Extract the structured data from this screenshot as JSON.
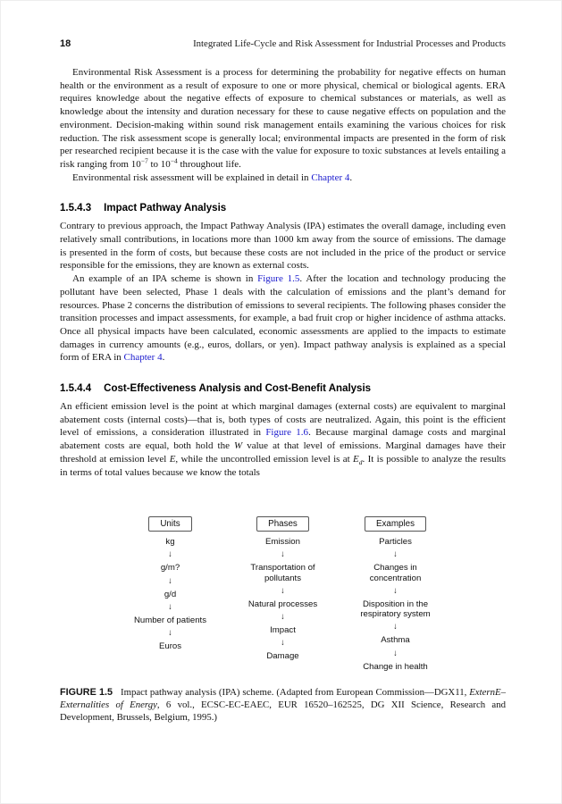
{
  "page": {
    "number": "18",
    "running_title": "Integrated Life-Cycle and Risk Assessment for Industrial Processes and Products"
  },
  "colors": {
    "link_blue": "#1a1acd"
  },
  "intro": {
    "para1": [
      {
        "v": "Environmental Risk Assessment is a process for determining the probability for negative effects on human health or the environment as a result of exposure to one or more physical, chemical or biological agents. ERA requires knowledge about the negative effects of exposure to chemical substances or materials, as well as knowledge about the intensity and duration necessary for these to cause negative effects on population and the environment. Decision-making within sound risk management entails examining the various choices for risk reduction. The risk assessment scope is generally local; environmental impacts are presented in the form of risk per researched recipient because it is the case with the value for exposure to toxic substances at levels entailing a risk ranging from 10"
      },
      {
        "v": "−7",
        "c": "sup"
      },
      {
        "v": " to 10"
      },
      {
        "v": "−4",
        "c": "sup"
      },
      {
        "v": " throughout life."
      }
    ],
    "para2": [
      {
        "v": "Environmental risk assessment will be explained in detail in "
      },
      {
        "v": "Chapter 4",
        "c": "link",
        "n": "chapter-4-link"
      },
      {
        "v": "."
      }
    ]
  },
  "section_1543": {
    "number": "1.5.4.3",
    "title": "Impact Pathway Analysis",
    "para1": [
      {
        "v": "Contrary to previous approach, the Impact Pathway Analysis (IPA) estimates the overall damage, including even relatively small contributions, in locations more than 1000 km away from the source of emissions. The damage is presented in the form of costs, but because these costs are not included in the price of the product or service responsible for the emissions, they are known as external costs."
      }
    ],
    "para2": [
      {
        "v": "An example of an IPA scheme is shown in "
      },
      {
        "v": "Figure 1.5",
        "c": "link",
        "n": "figure-1-5-link"
      },
      {
        "v": ". After the location and technology producing the pollutant have been selected, Phase 1 deals with the calculation of emissions and the plant’s demand for resources. Phase 2 concerns the distribution of emissions to several recipients. The following phases consider the transition processes and impact assessments, for example, a bad fruit crop or higher incidence of asthma attacks. Once all physical impacts have been calculated, economic assessments are applied to the impacts to estimate damages in currency amounts (e.g., euros, dollars, or yen). Impact pathway analysis is explained as a special form of ERA in "
      },
      {
        "v": "Chapter 4",
        "c": "link",
        "n": "chapter-4-link"
      },
      {
        "v": "."
      }
    ]
  },
  "section_1544": {
    "number": "1.5.4.4",
    "title": "Cost-Effectiveness Analysis and Cost-Benefit Analysis",
    "para1": [
      {
        "v": "An efficient emission level is the point at which marginal damages (external costs) are equivalent to marginal abatement costs (internal costs)—that is, both types of costs are neutralized. Again, this point is the efficient level of emissions, a consideration illustrated in "
      },
      {
        "v": "Figure 1.6",
        "c": "link",
        "n": "figure-1-6-link"
      },
      {
        "v": ". Because marginal damage costs and marginal abatement costs are equal, both hold the "
      },
      {
        "v": "W",
        "c": "italic"
      },
      {
        "v": " value at that level of emissions. Marginal damages have their threshold at emission level "
      },
      {
        "v": "E",
        "c": "italic"
      },
      {
        "v": ", while the uncontrolled emission level is at "
      },
      {
        "v": "E",
        "c": "italic"
      },
      {
        "v": "d",
        "c": "sub italic"
      },
      {
        "v": ". It is possible to analyze the results in terms of total values because we know the totals"
      }
    ]
  },
  "figure": {
    "arrow": "↓",
    "columns": [
      {
        "header": "Units",
        "items": [
          "kg",
          "g/m?",
          "g/d",
          "Number of patients",
          "Euros"
        ]
      },
      {
        "header": "Phases",
        "items": [
          "Emission",
          "Transportation of pollutants",
          "Natural processes",
          "Impact",
          "Damage"
        ]
      },
      {
        "header": "Examples",
        "items": [
          "Particles",
          "Changes in concentration",
          "Disposition in the respiratory system",
          "Asthma",
          "Change in health"
        ]
      }
    ],
    "caption": [
      {
        "v": "FIGURE 1.5",
        "c": "cap-label",
        "n": "figure-caption-label"
      },
      {
        "v": "Impact pathway analysis (IPA) scheme. (Adapted from European Commission—DGX11, "
      },
      {
        "v": "ExternE–Externalities of Energy",
        "c": "italic"
      },
      {
        "v": ", 6 vol., ECSC-EC-EAEC, EUR 16520–162525, DG XII Science, Research and Development, Brussels, Belgium, 1995.)"
      }
    ]
  }
}
